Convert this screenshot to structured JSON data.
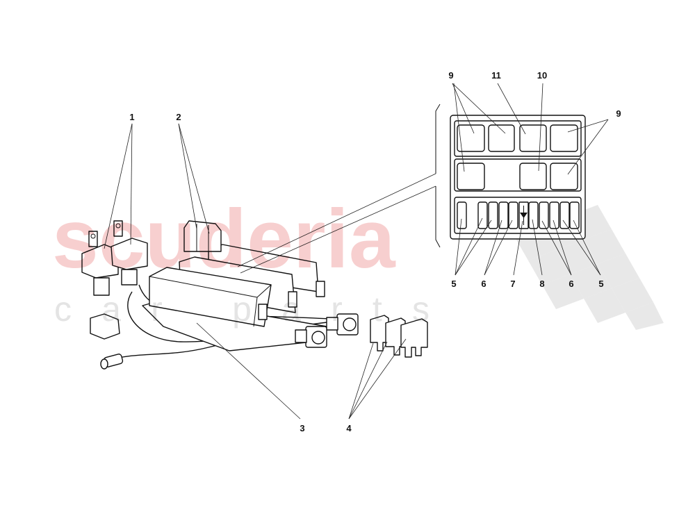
{
  "watermark": {
    "brand": "scuderia",
    "tagline": "car parts",
    "brand_color": "#f7cfcf",
    "flag_color": "#e6e6e6"
  },
  "callouts": {
    "main": [
      "1",
      "2",
      "3",
      "4"
    ],
    "inset_top": [
      "9",
      "11",
      "10",
      "9"
    ],
    "inset_bottom": [
      "5",
      "6",
      "7",
      "8",
      "6",
      "5"
    ]
  }
}
